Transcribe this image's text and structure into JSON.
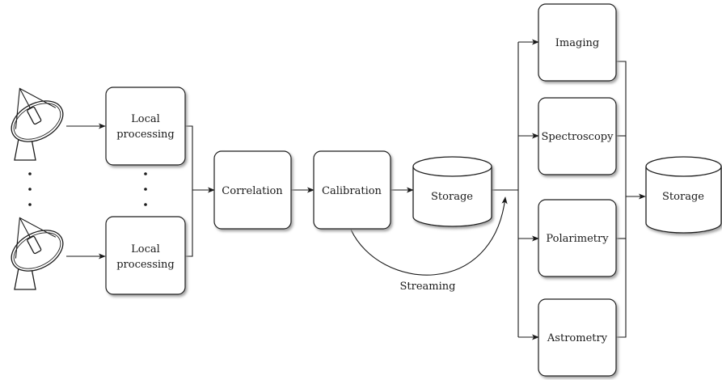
{
  "diagram": {
    "nodes": {
      "local_processing_top": [
        "Local",
        "processing"
      ],
      "local_processing_bottom": [
        "Local",
        "processing"
      ],
      "correlation": "Correlation",
      "calibration": "Calibration",
      "storage_intermediate": "Storage",
      "imaging": "Imaging",
      "spectroscopy": "Spectroscopy",
      "polarimetry": "Polarimetry",
      "astrometry": "Astrometry",
      "storage_final": "Storage"
    },
    "edge_labels": {
      "streaming": "Streaming"
    },
    "icons": [
      "radio-telescope-icon",
      "radio-telescope-icon"
    ],
    "colors": {
      "stroke": "#1a1a1a",
      "fill": "#ffffff",
      "shadow": "#9a9a9a"
    }
  }
}
